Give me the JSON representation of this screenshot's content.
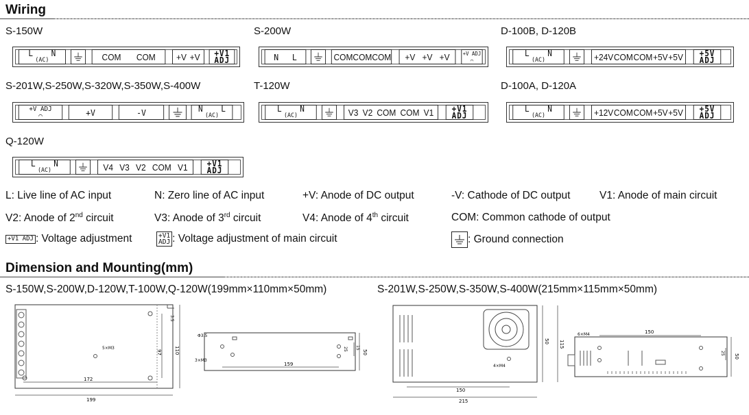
{
  "sections": {
    "wiring_title": "Wiring",
    "dimension_title": "Dimension and Mounting(mm)"
  },
  "models": {
    "s150": "S-150W",
    "s200": "S-200W",
    "d100b": "D-100B, D-120B",
    "s201": "S-201W,S-250W,S-320W,S-350W,S-400W",
    "t120": "T-120W",
    "d100a": "D-100A, D-120A",
    "q120": "Q-120W"
  },
  "terminals": {
    "L": "L",
    "N": "N",
    "ac": "(AC)",
    "com": "COM",
    "plus_v": "+V",
    "minus_v": "-V",
    "v1": "V1",
    "v2": "V2",
    "v3": "V3",
    "v4": "V4",
    "plus_v1": "+V1",
    "plus_5v": "+5V",
    "plus_24v": "+24V",
    "plus_12v": "+12V",
    "adj": "ADJ",
    "plus_v_adj": "+V ADJ",
    "v1_adj": "+V1 ADJ"
  },
  "legend": {
    "l": "L: Live line of AC input",
    "n": "N: Zero line of AC input",
    "pv": "+V: Anode of DC output",
    "mv": "-V: Cathode of DC output",
    "v1": "V1: Anode of main circuit",
    "v2_pre": "V2: Anode of 2",
    "v2_sup": "nd",
    "v2_post": " circuit",
    "v3_pre": "V3: Anode of 3",
    "v3_sup": "rd",
    "v3_post": " circuit",
    "v4_pre": "V4: Anode of 4",
    "v4_sup": "th",
    "v4_post": " circuit",
    "com": "COM: Common cathode of output",
    "vadj": ": Voltage adjustment",
    "v1adj": ": Voltage adjustment of main circuit",
    "ground": ": Ground connection"
  },
  "dimensions": {
    "group1": "S-150W,S-200W,D-120W,T-100W,Q-120W(199mm×110mm×50mm)",
    "group2": "S-201W,S-250W,S-350W,S-400W(215mm×115mm×50mm)",
    "d1": {
      "w": "199",
      "inner": "172",
      "h": "110",
      "hole": "97",
      "top": "3.5",
      "screw": "5×M3"
    },
    "d2": {
      "len": "159",
      "h": "50",
      "s1": "25",
      "s2": "15",
      "hole": "Φ3.5",
      "screw": "3×M3"
    },
    "d3": {
      "w": "215",
      "inner": "150",
      "h": "115",
      "h2": "50",
      "screw": "4×M4"
    },
    "d4": {
      "top": "150",
      "h": "50",
      "s": "25",
      "screw": "6×M4"
    }
  }
}
